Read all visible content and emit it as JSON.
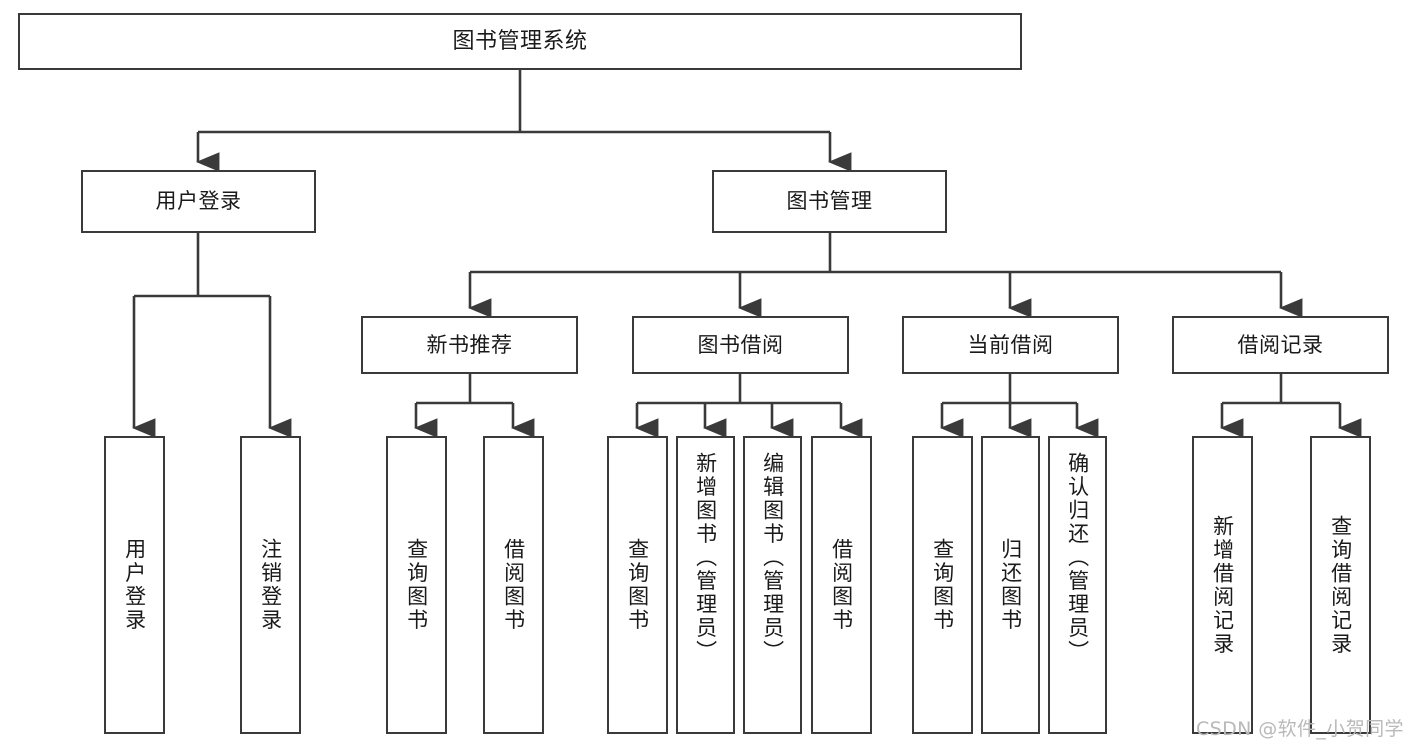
{
  "diagram": {
    "title": "图书管理系统",
    "type": "tree-hierarchy-chart",
    "watermark": "CSDN @软件_小贺同学",
    "colors": {
      "background": "#ffffff",
      "node_border": "#3a3a3a",
      "node_fill": "#ffffff",
      "edge": "#3a3a3a",
      "text": "#1a1a1a",
      "watermark": "#b9b9b9"
    },
    "nodes": {
      "root": {
        "label": "图书管理系统"
      },
      "level2": [
        {
          "id": "user-login",
          "label": "用户登录"
        },
        {
          "id": "book-manage",
          "label": "图书管理"
        }
      ],
      "level3": [
        {
          "id": "new-book-rec",
          "label": "新书推荐"
        },
        {
          "id": "book-borrow",
          "label": "图书借阅"
        },
        {
          "id": "current-borrow",
          "label": "当前借阅"
        },
        {
          "id": "borrow-record",
          "label": "借阅记录"
        }
      ],
      "leaves": {
        "user_login": [
          {
            "id": "leaf-user-login",
            "label": "用户登录"
          },
          {
            "id": "leaf-logout",
            "label": "注销登录"
          }
        ],
        "new_book_rec": [
          {
            "id": "leaf-query-book-1",
            "label": "查询图书"
          },
          {
            "id": "leaf-borrow-book-1",
            "label": "借阅图书"
          }
        ],
        "book_borrow": [
          {
            "id": "leaf-query-book-2",
            "label": "查询图书"
          },
          {
            "id": "leaf-add-book",
            "label": "新增图书（管理员）"
          },
          {
            "id": "leaf-edit-book",
            "label": "编辑图书（管理员）"
          },
          {
            "id": "leaf-borrow-book-2",
            "label": "借阅图书"
          }
        ],
        "current_borrow": [
          {
            "id": "leaf-query-book-3",
            "label": "查询图书"
          },
          {
            "id": "leaf-return-book",
            "label": "归还图书"
          },
          {
            "id": "leaf-confirm-return",
            "label": "确认归还（管理员）"
          }
        ],
        "borrow_record": [
          {
            "id": "leaf-add-record",
            "label": "新增借阅记录"
          },
          {
            "id": "leaf-query-record",
            "label": "查询借阅记录"
          }
        ]
      }
    }
  }
}
